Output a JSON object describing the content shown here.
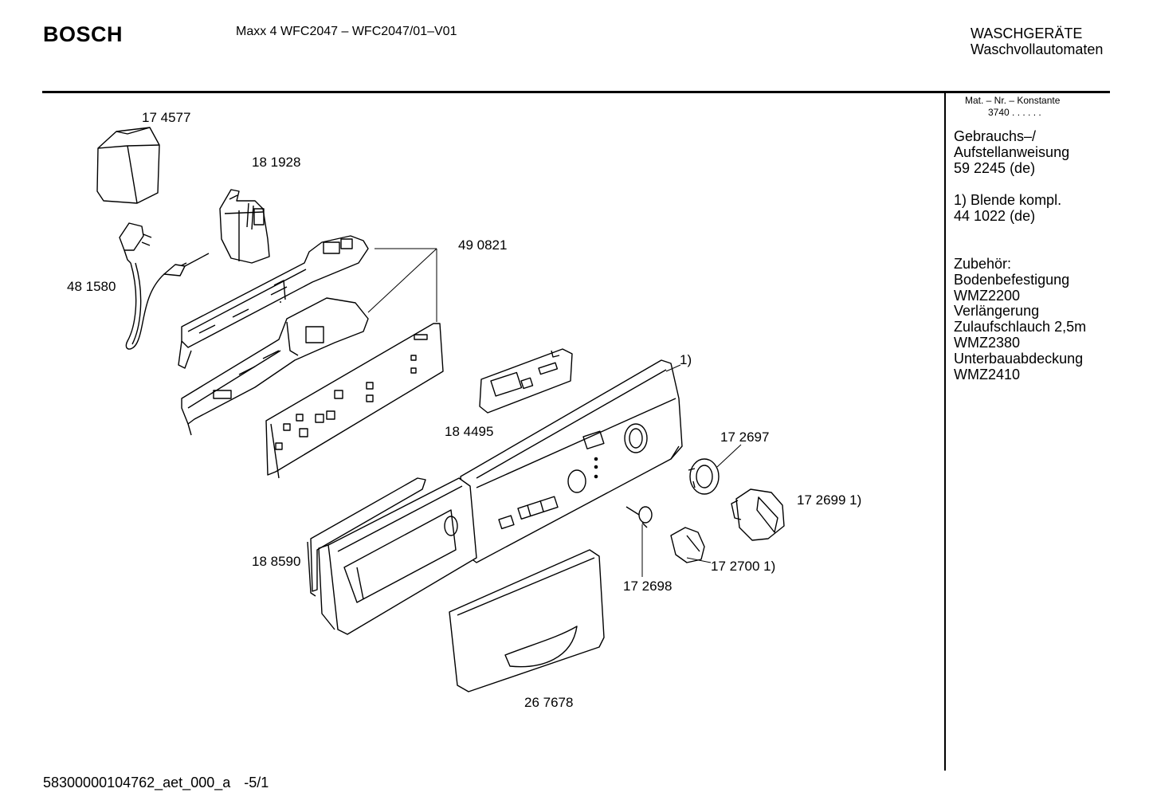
{
  "header": {
    "brand": "BOSCH",
    "model": "Maxx 4 WFC2047 – WFC2047/01–V01",
    "category_line1": "WASCHGERÄTE",
    "category_line2": "Waschvollautomaten"
  },
  "sidebar": {
    "mat_label": "Mat. – Nr. – Konstante",
    "mat_value": "3740 . . . . . .",
    "manual": [
      "Gebrauchs–/",
      "Aufstellanweisung",
      "59 2245 (de)"
    ],
    "note": [
      "1) Blende kompl.",
      "44 1022 (de)"
    ],
    "accessories": [
      "Zubehör:",
      "Bodenbefestigung",
      "WMZ2200",
      "Verlängerung",
      "Zulaufschlauch 2,5m",
      "WMZ2380",
      "Unterbauabdeckung",
      "WMZ2410"
    ]
  },
  "parts": [
    {
      "label": "17 4577"
    },
    {
      "label": "18 1928"
    },
    {
      "label": "49 0821"
    },
    {
      "label": "48 1580"
    },
    {
      "label": "1)"
    },
    {
      "label": "18 4495"
    },
    {
      "label": "17 2697"
    },
    {
      "label": "17 2699 1)"
    },
    {
      "label": "18 8590"
    },
    {
      "label": "17 2700 1)"
    },
    {
      "label": "17 2698"
    },
    {
      "label": "26 7678"
    }
  ],
  "footer": {
    "drawing_id": "58300000104762_aet_000_a",
    "page": "-5/1"
  }
}
